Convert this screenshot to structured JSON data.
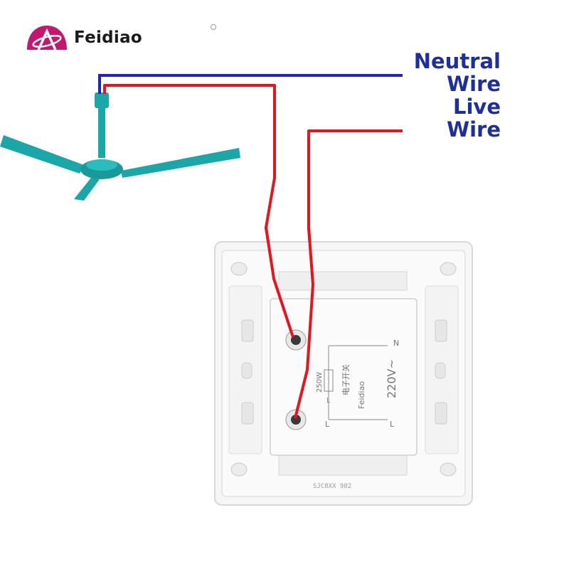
{
  "brand": {
    "name": "Feidiao",
    "logo_icon": "feidiao-logo-icon"
  },
  "legend": {
    "neutral_label_1": "Neutral",
    "neutral_label_2": "Wire",
    "live_label_1": "Live",
    "live_label_2": "Wire"
  },
  "switch_labels": {
    "terminal_n": "N",
    "terminal_l_top": "L",
    "terminal_l_bottom": "L",
    "terminal_l_right": "L",
    "power_rating": "250W",
    "type_cn": "电子开关",
    "maker": "Feidiao",
    "voltage": "220V~",
    "model": "SJC8XX 982"
  },
  "colors": {
    "neutral_wire": "#1e22c8",
    "live_wire": "#e8141c",
    "fan": "#1aa7a8",
    "legend_text": "#1d2f9e",
    "logo": "#c4176e"
  }
}
